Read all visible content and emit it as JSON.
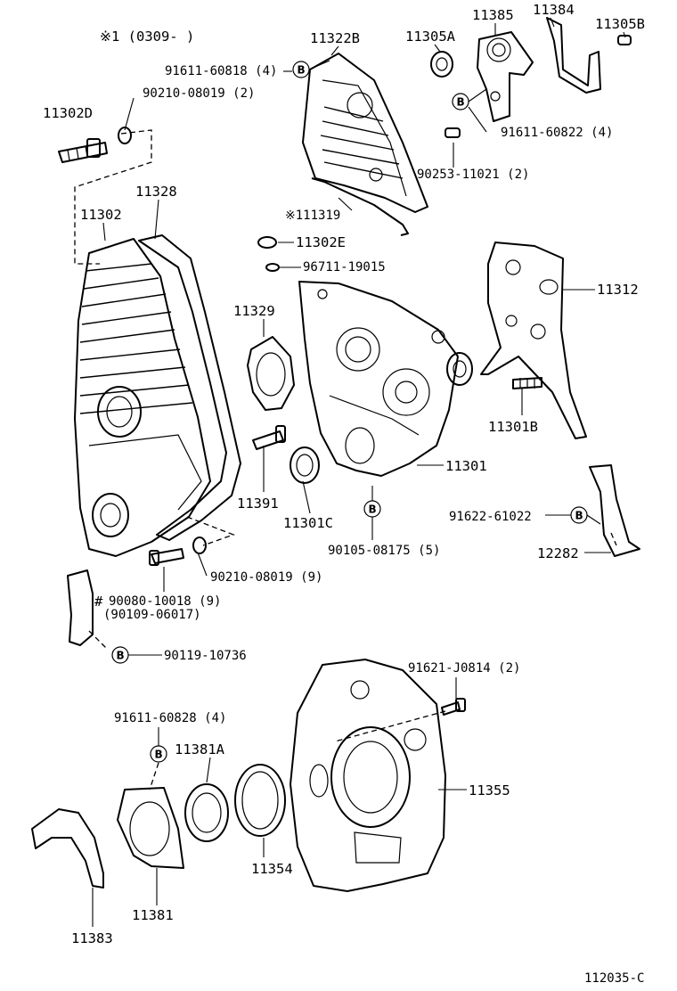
{
  "header_note": "※1 (0309-       )",
  "figure_code": "112035-C",
  "callout_letter": "B",
  "labels": {
    "p11322B": "11322B",
    "p91611_60818": "91611-60818 (4)",
    "p11305A": "11305A",
    "p11385": "11385",
    "p11384": "11384",
    "p11305B": "11305B",
    "p90210_08019_2": "90210-08019 (2)",
    "p11302D": "11302D",
    "p91611_60822": "91611-60822 (4)",
    "p90253_11021": "90253-11021 (2)",
    "p11328": "11328",
    "p11302": "11302",
    "p111319": "※111319",
    "p11302E": "11302E",
    "p96711_19015": "96711-19015",
    "p11312": "11312",
    "p11329": "11329",
    "p11301B": "11301B",
    "p11301": "11301",
    "p11391": "11391",
    "p11301C": "11301C",
    "p91622_61022": "91622-61022",
    "p90105_08175": "90105-08175 (5)",
    "p12282": "12282",
    "p90210_08019_9": "90210-08019 (9)",
    "p90080_10018": "90080-10018 (9)",
    "hash_mark": "#",
    "p90109_06017": "(90109-06017)",
    "p90119_10736": "90119-10736",
    "p91621_J0814": "91621-J0814 (2)",
    "p91611_60828": "91611-60828 (4)",
    "p11381A": "11381A",
    "p11355": "11355",
    "p11354": "11354",
    "p11381": "11381",
    "p11383": "11383"
  }
}
